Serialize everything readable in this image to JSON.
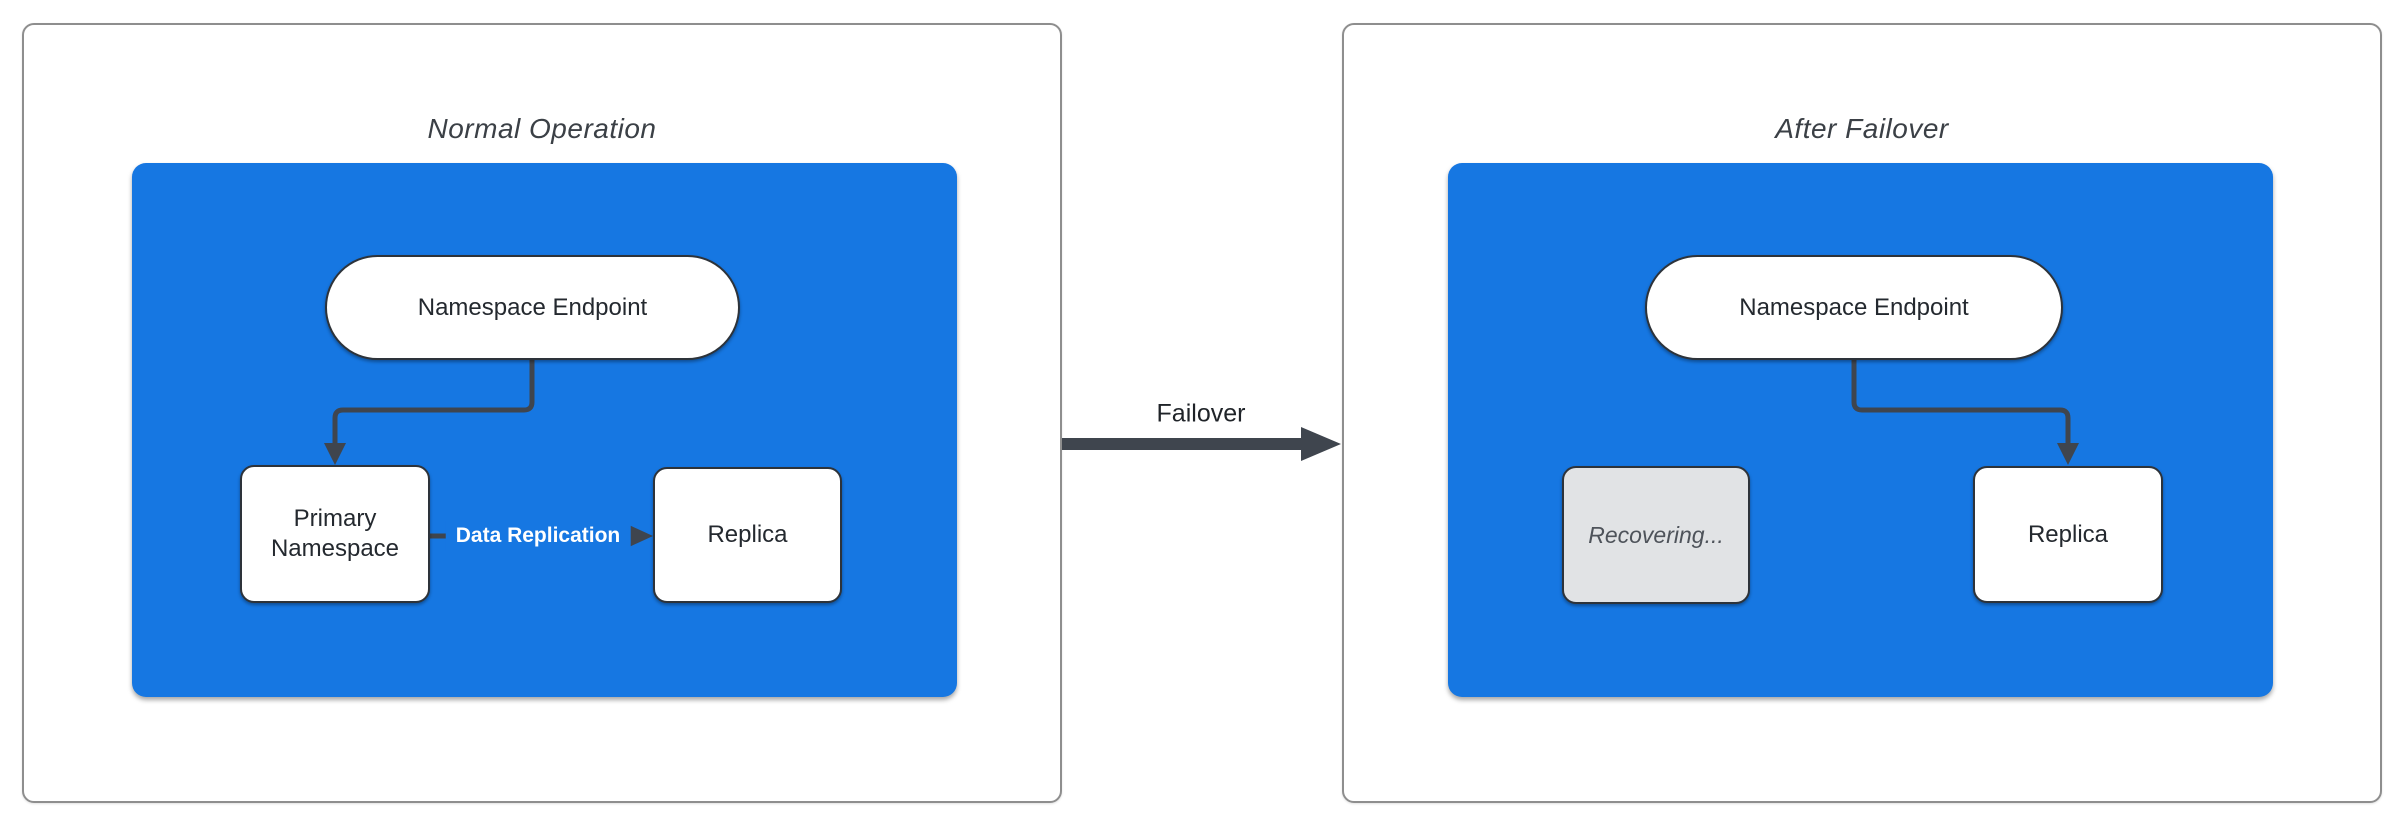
{
  "diagram": {
    "panels": [
      {
        "title": "Normal Operation",
        "nodes": {
          "endpoint": "Namespace Endpoint",
          "primary": "Primary Namespace",
          "replica": "Replica"
        },
        "edge_label": "Data Replication"
      },
      {
        "title": "After Failover",
        "nodes": {
          "endpoint": "Namespace Endpoint",
          "recovering": "Recovering...",
          "replica": "Replica"
        }
      }
    ],
    "transition_label": "Failover"
  },
  "colors": {
    "cluster_fill": "#1677e2",
    "edge_stroke": "#3f454e",
    "node_border": "#2d333a",
    "node_text": "#24292f",
    "panel_border": "#8e8e8e",
    "title_text": "#3b4046",
    "recovering_fill": "#e1e3e5",
    "recovering_text": "#4e535a",
    "edge_label_text": "#ffffff"
  }
}
